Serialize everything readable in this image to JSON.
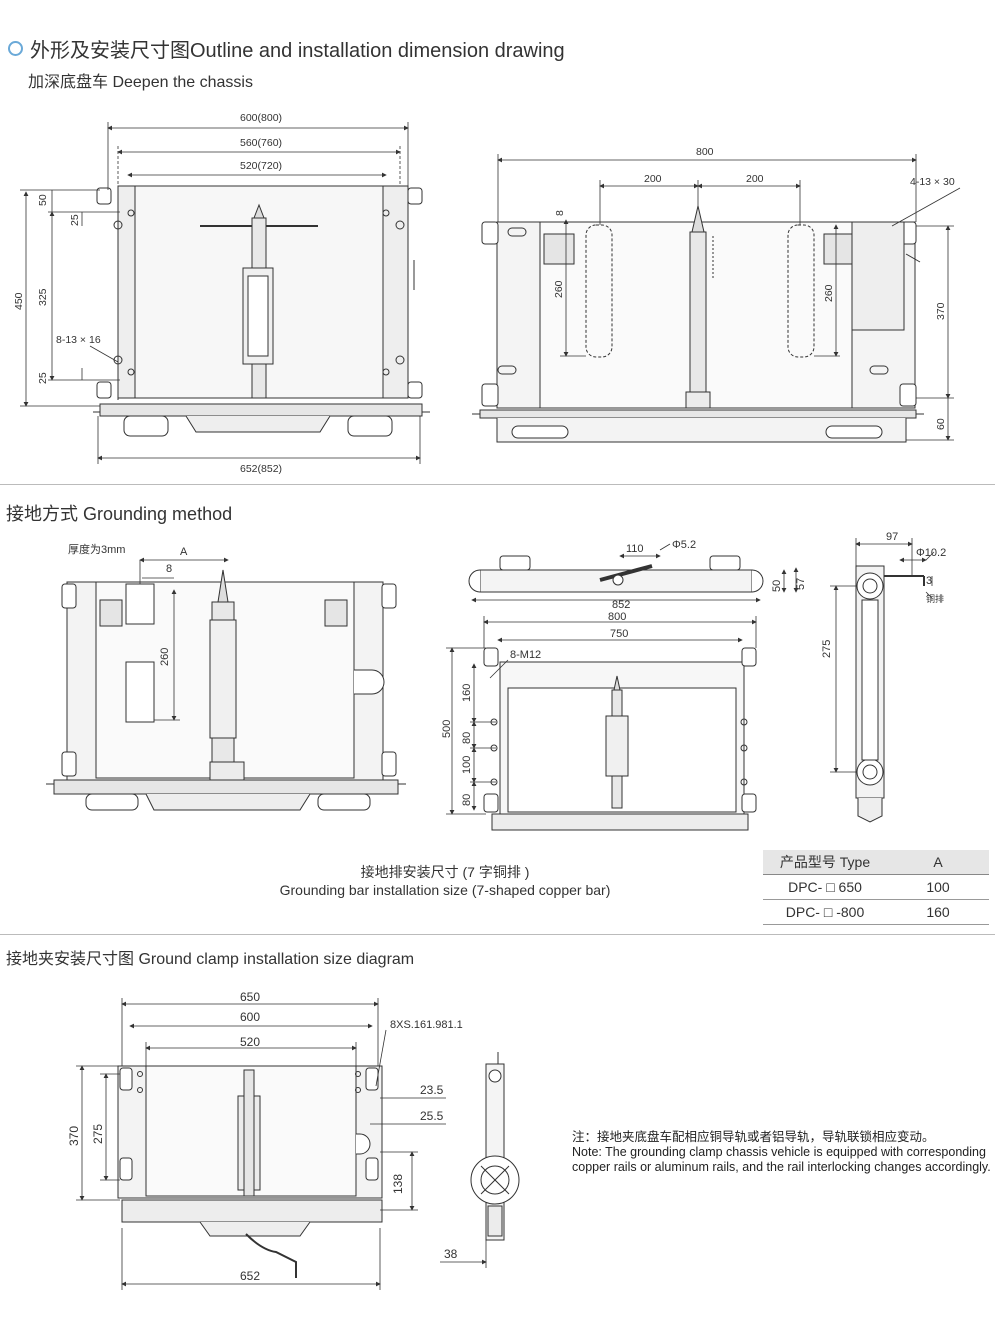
{
  "header": {
    "title": "外形及安装尺寸图Outline and installation dimension drawing",
    "subtitle": "加深底盘车 Deepen the chassis"
  },
  "section1": {
    "front_view": {
      "dims": [
        "600(800)",
        "560(760)",
        "520(720)",
        "652(852)",
        "450",
        "325",
        "50",
        "25",
        "25",
        "8-13 × 16"
      ]
    },
    "top_view": {
      "dims": [
        "800",
        "200",
        "200",
        "4-13 × 30",
        "8",
        "260",
        "260",
        "370",
        "60"
      ]
    }
  },
  "section2": {
    "title": "接地方式 Grounding method",
    "left_view": {
      "dims": [
        "厚度为3mm",
        "A",
        "8",
        "260"
      ]
    },
    "top_strip": {
      "dims": [
        "110",
        "Φ5.2",
        "50",
        "57",
        "852"
      ]
    },
    "bottom_view": {
      "dims": [
        "800",
        "750",
        "8-M12",
        "500",
        "160",
        "80",
        "100",
        "80"
      ]
    },
    "side_view": {
      "dims": [
        "97",
        "Φ10.2",
        "3",
        "铜排",
        "275"
      ]
    },
    "caption_zh": "接地排安装尺寸 (7 字铜排 )",
    "caption_en": "Grounding bar installation size (7-shaped copper bar)",
    "table": {
      "header": [
        "产品型号 Type",
        "A"
      ],
      "rows": [
        [
          "DPC- □ 650",
          "100"
        ],
        [
          "DPC- □ -800",
          "160"
        ]
      ]
    }
  },
  "section3": {
    "title": "接地夹安装尺寸图 Ground clamp installation size diagram",
    "front_view": {
      "dims": [
        "650",
        "600",
        "520",
        "8XS.161.981.1",
        "23.5",
        "25.5",
        "370",
        "275",
        "138",
        "652"
      ]
    },
    "side_view": {
      "dims": [
        "38"
      ]
    },
    "note_zh": "注：接地夹底盘车配相应铜导轨或者铝导轨，导轨联锁相应变动。",
    "note_en": "Note: The grounding clamp chassis vehicle is equipped with corresponding copper rails or aluminum rails, and the rail interlocking changes accordingly."
  }
}
